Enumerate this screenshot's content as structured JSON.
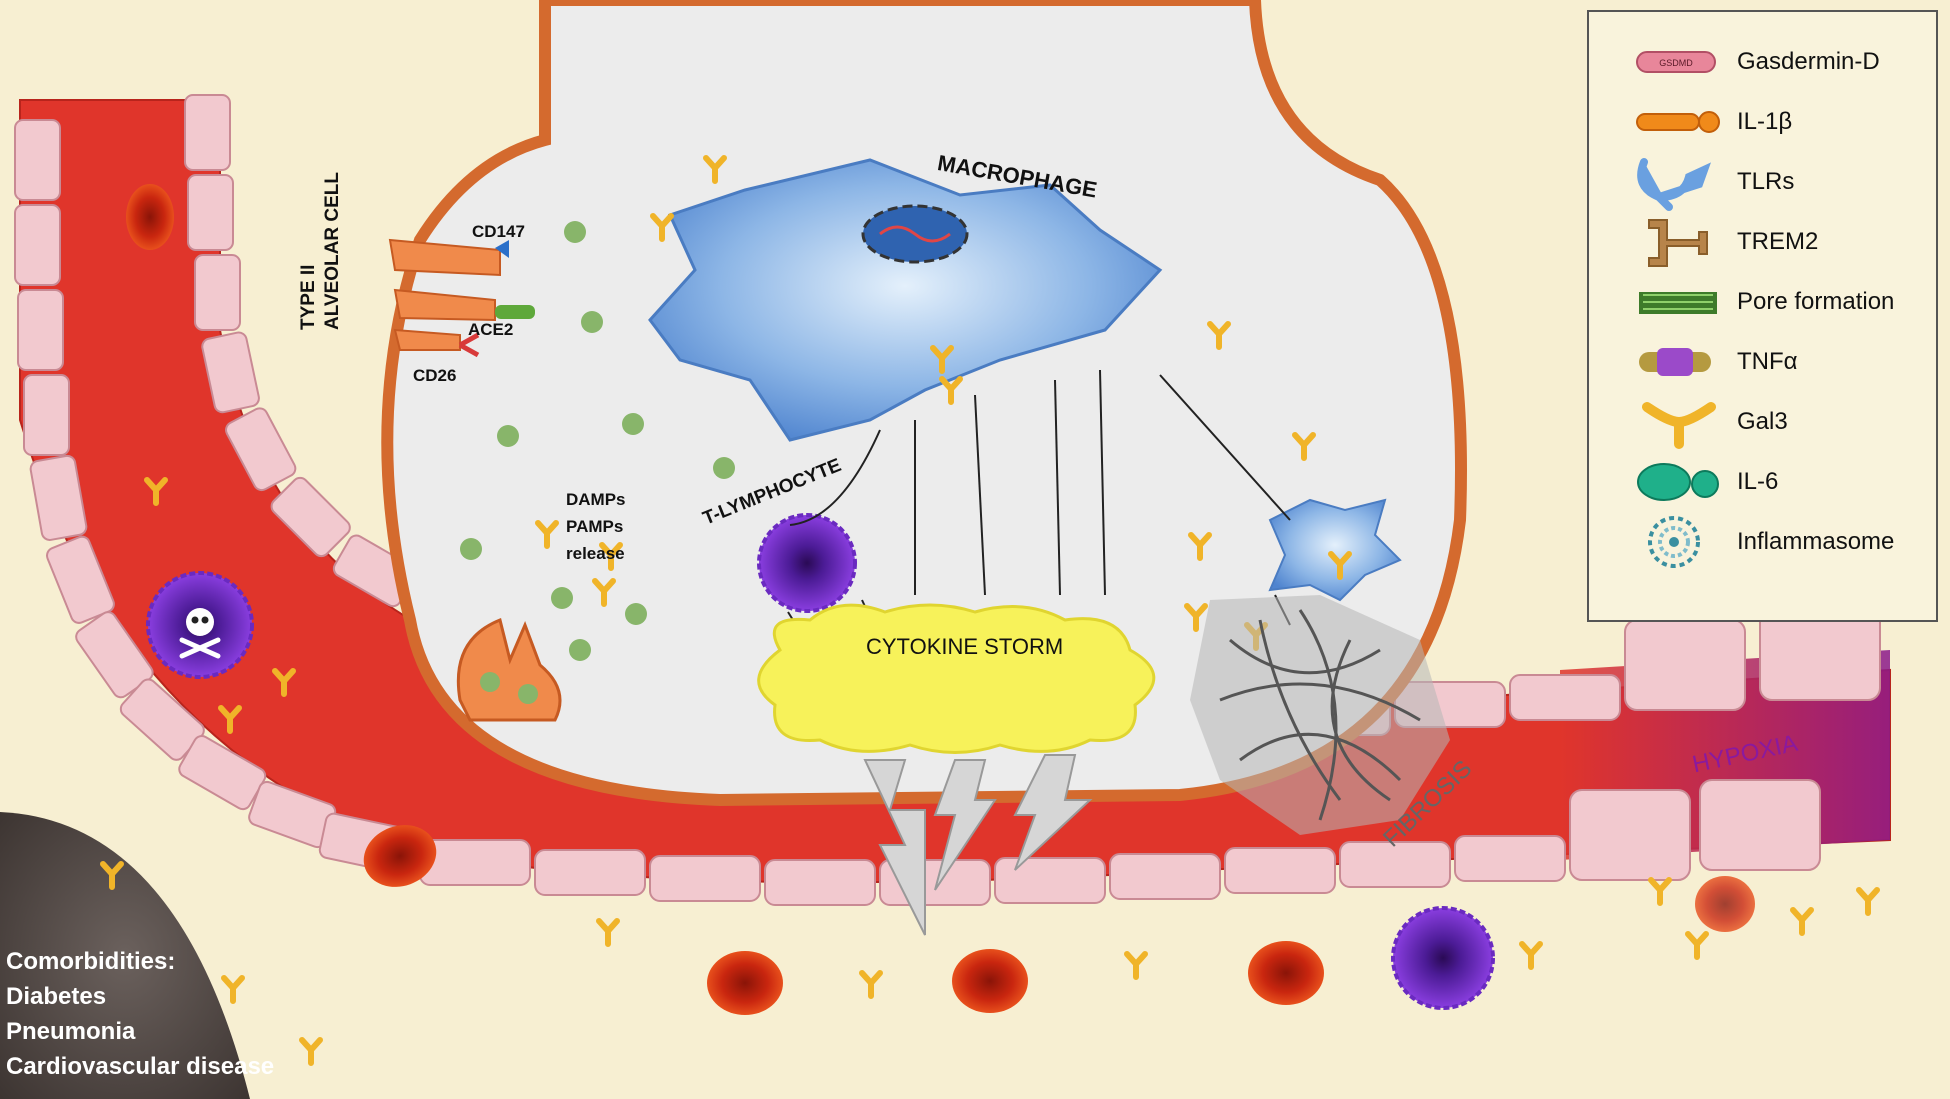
{
  "labels": {
    "macrophage": "MACROPHAGE",
    "type2_line1": "TYPE II",
    "type2_line2": "ALVEOLAR CELL",
    "cd147": "CD147",
    "ace2": "ACE2",
    "cd26": "CD26",
    "damps": "DAMPs",
    "pamps": "PAMPs",
    "release": "release",
    "t_lymphocyte": "T-LYMPHOCYTE",
    "cytokine_storm": "CYTOKINE STORM",
    "fibrosis": "FIBROSIS",
    "hypoxia": "HYPOXIA"
  },
  "comorbidities": {
    "title": "Comorbidities:",
    "items": [
      "Diabetes",
      "Pneumonia",
      "Cardiovascular disease"
    ]
  },
  "legend": {
    "items": [
      {
        "icon": "gasdermin-d-icon",
        "label": "Gasdermin-D",
        "icon_text": "GSDMD"
      },
      {
        "icon": "il-1b-icon",
        "label": "IL-1β"
      },
      {
        "icon": "tlrs-icon",
        "label": "TLRs"
      },
      {
        "icon": "trem2-icon",
        "label": "TREM2"
      },
      {
        "icon": "pore-formation-icon",
        "label": "Pore formation"
      },
      {
        "icon": "tnfa-icon",
        "label": "TNFα"
      },
      {
        "icon": "gal3-icon",
        "label": "Gal3"
      },
      {
        "icon": "il-6-icon",
        "label": "IL-6"
      },
      {
        "icon": "inflammasome-icon",
        "label": "Inflammasome"
      }
    ]
  },
  "colors": {
    "background": "#f7efd2",
    "vessel": "#e0352b",
    "endothelial": "#f2c9cf",
    "alveolus_wall": "#f08a4b",
    "alveolus_fill": "#ececec",
    "macrophage": "#5f93d6",
    "cytokine_storm": "#f7f25a",
    "hypoxia": "#c05bd6",
    "gal3": "#f0b429",
    "lymphocyte": "#7a2bd6"
  }
}
